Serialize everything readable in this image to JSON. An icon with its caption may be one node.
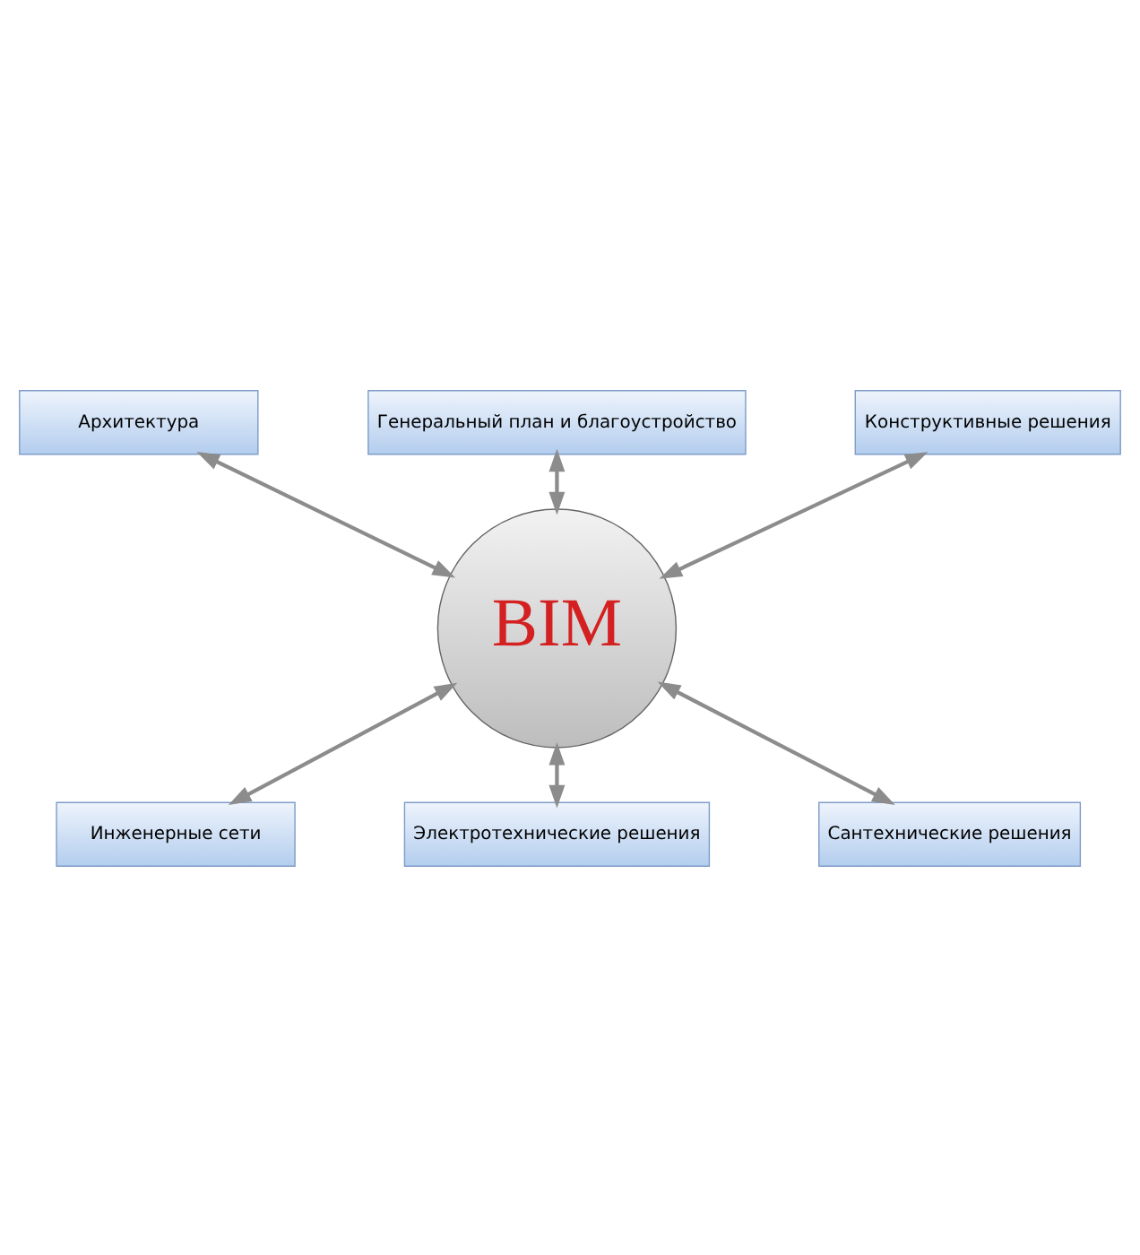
{
  "diagram": {
    "nodes": [
      {
        "text": [
          "Архитектура"
        ]
      },
      {
        "text": [
          "Генеральный план и благоустройство"
        ]
      },
      {
        "text": [
          "Конструктивные решения"
        ]
      },
      {
        "text": [
          "BIM"
        ]
      },
      {
        "text": [
          "Инженерные сети"
        ]
      },
      {
        "text": [
          "Электротехнические решения"
        ]
      },
      {
        "text": [
          "Сантехнические решения"
        ]
      }
    ],
    "edges": [
      {
        "from": 3,
        "to": 0,
        "arrow": "both"
      },
      {
        "from": 3,
        "to": 1,
        "arrow": "both"
      },
      {
        "from": 3,
        "to": 2,
        "arrow": "both"
      },
      {
        "from": 3,
        "to": 4,
        "arrow": "both"
      },
      {
        "from": 3,
        "to": 5,
        "arrow": "both"
      },
      {
        "from": 3,
        "to": 6,
        "arrow": "both"
      }
    ]
  }
}
